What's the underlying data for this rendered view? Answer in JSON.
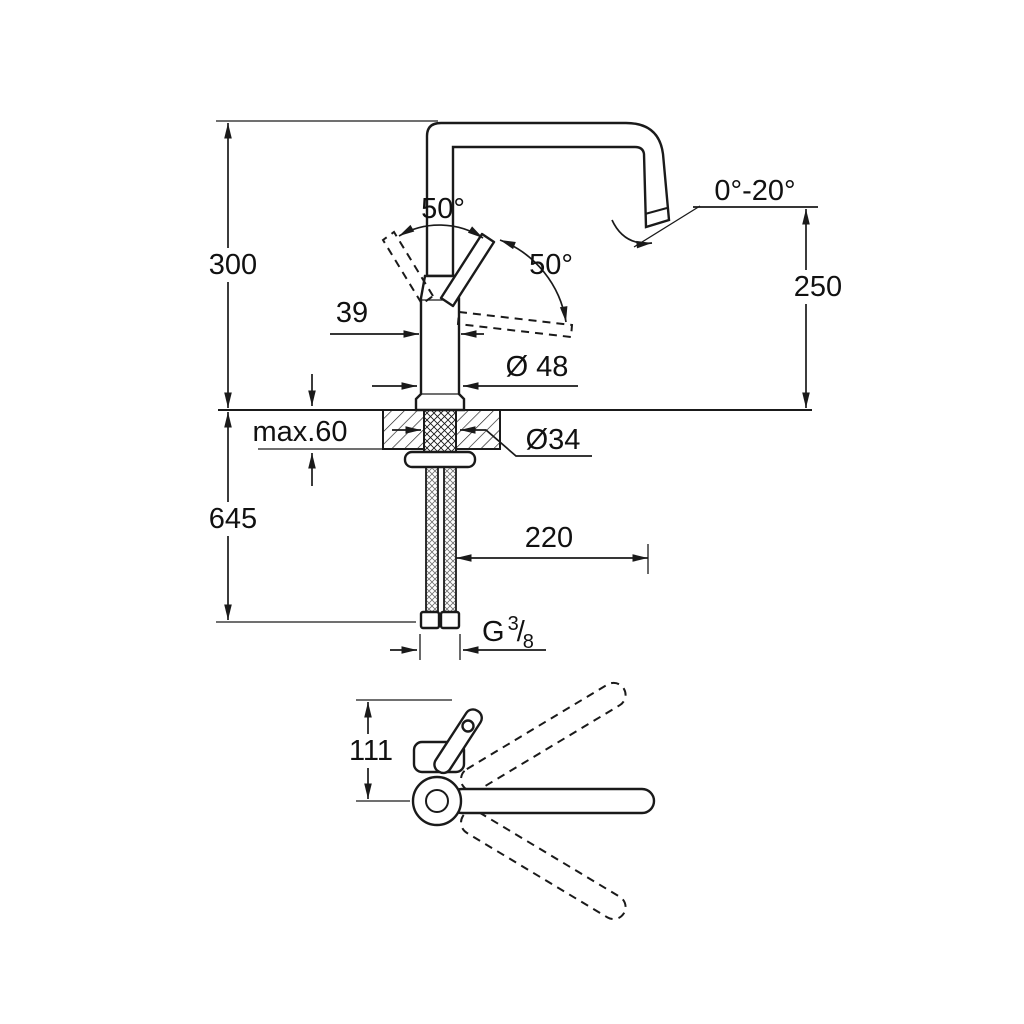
{
  "meta": {
    "background": "#ffffff",
    "ink": "#1a1a1a",
    "drawing_type": "faucet-installation-dimension-drawing"
  },
  "front_view": {
    "dim_height_above_counter": "300",
    "dim_height_below_counter": "645",
    "dim_spout_outlet_height": "250",
    "spout_tilt_range": "0°-20°",
    "handle_swing_upper": "50°",
    "handle_swing_right": "50°",
    "dim_handle_offset": "39",
    "dim_body_diameter": "Ø 48",
    "dim_max_counter_thickness": "max.60",
    "dim_hole_diameter": "Ø34",
    "dim_spout_reach": "220",
    "thread": {
      "letter": "G",
      "numerator": "3",
      "slash": "/",
      "denominator": "8"
    }
  },
  "top_view": {
    "dim_handle_projection": "111"
  }
}
